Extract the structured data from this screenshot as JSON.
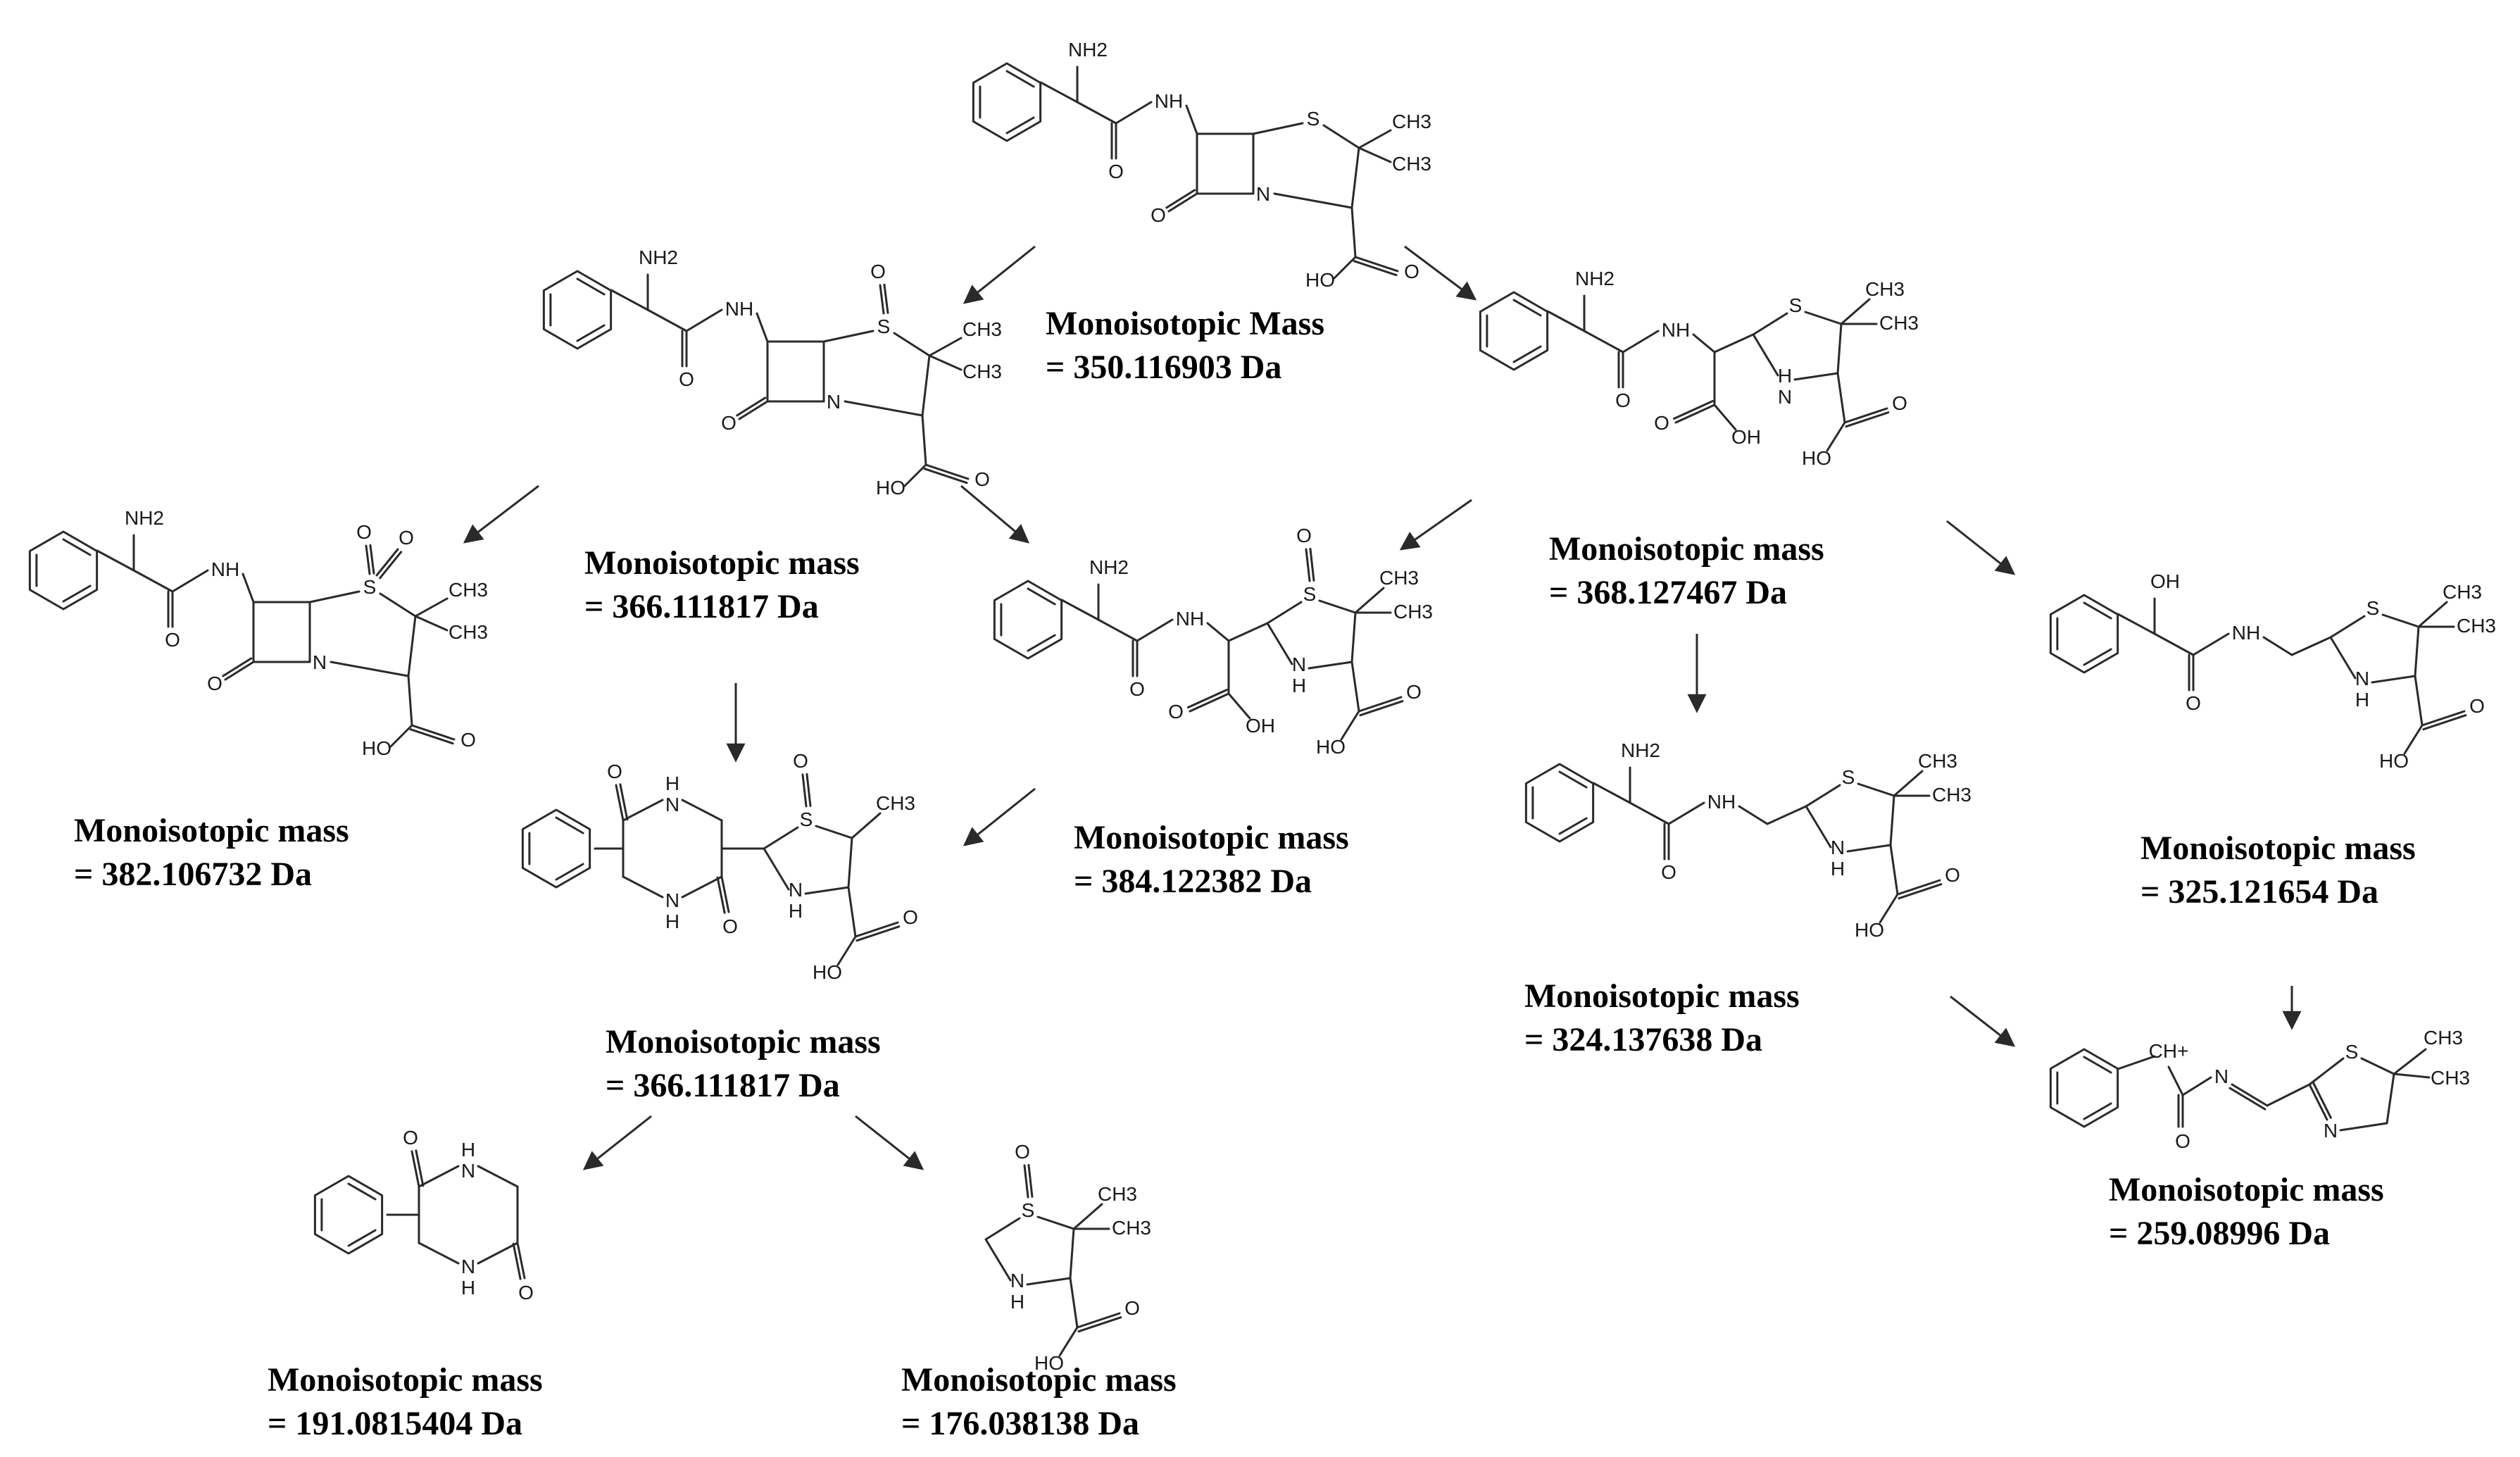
{
  "diagram": {
    "nodes": [
      {
        "id": "n0",
        "mass_title": "Monoisotopic Mass",
        "mass_value": "= 350.116903 Da",
        "mol": "penam",
        "s_ox": 0,
        "atoms": {
          "amine": "NH2",
          "nh": "NH",
          "s": "S",
          "n": "N",
          "me1": "CH3",
          "me2": "CH3",
          "o1": "O",
          "o2": "O",
          "o3": "O",
          "oh": "HO"
        }
      },
      {
        "id": "n1",
        "mass_title": "Monoisotopic mass",
        "mass_value": "= 366.111817 Da",
        "mol": "penam",
        "s_ox": 1,
        "atoms": {
          "amine": "NH2",
          "nh": "NH",
          "s": "S",
          "n": "N",
          "me1": "CH3",
          "me2": "CH3",
          "o1": "O",
          "o2": "O",
          "o3": "O",
          "oh": "HO",
          "so1": "O"
        }
      },
      {
        "id": "n2",
        "mass_title": "Monoisotopic mass",
        "mass_value": "= 368.127467 Da",
        "mol": "opened",
        "s_ox": 0,
        "atoms": {
          "amine": "NH2",
          "nh": "NH",
          "s": "S",
          "n": "H\nN",
          "me1": "CH3",
          "me2": "CH3",
          "o1": "O",
          "o2": "O",
          "o3": "O",
          "oh": "OH",
          "oh2": "HO"
        }
      },
      {
        "id": "n3",
        "mass_title": "Monoisotopic mass",
        "mass_value": "= 382.106732 Da",
        "mol": "penam",
        "s_ox": 2,
        "atoms": {
          "amine": "NH2",
          "nh": "NH",
          "s": "S",
          "n": "N",
          "me1": "CH3",
          "me2": "CH3",
          "o1": "O",
          "o2": "O",
          "o3": "O",
          "oh": "HO",
          "so1": "O",
          "so2": "O"
        }
      },
      {
        "id": "n4",
        "mass_title": "Monoisotopic mass",
        "mass_value": "= 384.122382 Da",
        "mol": "opened",
        "s_ox": 1,
        "atoms": {
          "amine": "NH2",
          "nh": "NH",
          "s": "S",
          "n": "N\nH",
          "me1": "CH3",
          "me2": "CH3",
          "o1": "O",
          "o2": "O",
          "o3": "O",
          "oh": "OH",
          "oh2": "HO",
          "so1": "O"
        }
      },
      {
        "id": "n5",
        "mass_title": "Monoisotopic mass",
        "mass_value": "= 366.111817 Da",
        "mol": "dkp_thz",
        "s_ox": 1,
        "atoms": {
          "nh1": "H\nN",
          "nh2": "N\nH",
          "s": "S",
          "n": "N\nH",
          "me1": "CH3",
          "o1": "O",
          "o2": "O",
          "o3": "O",
          "oh": "HO",
          "so1": "O"
        }
      },
      {
        "id": "n6",
        "mass_title": "Monoisotopic mass",
        "mass_value": "= 324.137638 Da",
        "mol": "decarb",
        "s_ox": 0,
        "atoms": {
          "amine": "NH2",
          "nh": "NH",
          "s": "S",
          "n": "N\nH",
          "me1": "CH3",
          "me2": "CH3",
          "o1": "O",
          "o3": "O",
          "oh2": "HO"
        }
      },
      {
        "id": "n7",
        "mass_title": "Monoisotopic mass",
        "mass_value": "= 325.121654 Da",
        "mol": "decarb",
        "s_ox": 0,
        "atoms": {
          "amine": "OH",
          "nh": "NH",
          "s": "S",
          "n": "N\nH",
          "me1": "CH3",
          "me2": "CH3",
          "o1": "O",
          "o3": "O",
          "oh2": "HO"
        }
      },
      {
        "id": "n8",
        "mass_title": "Monoisotopic mass",
        "mass_value": "= 191.0815404 Da",
        "mol": "dkp",
        "s_ox": 0,
        "atoms": {
          "nh1": "H\nN",
          "nh2": "N\nH",
          "o1": "O",
          "o2": "O"
        }
      },
      {
        "id": "n9",
        "mass_title": "Monoisotopic mass",
        "mass_value": "= 176.038138 Da",
        "mol": "thz",
        "s_ox": 1,
        "atoms": {
          "s": "S",
          "n": "N\nH",
          "me1": "CH3",
          "me2": "CH3",
          "o3": "O",
          "oh": "HO",
          "so1": "O"
        }
      },
      {
        "id": "n10",
        "mass_title": "Monoisotopic mass",
        "mass_value": "= 259.08996 Da",
        "mol": "cation",
        "s_ox": 0,
        "atoms": {
          "ch": "CH+",
          "n": "N",
          "s": "S",
          "n2": "N",
          "me1": "CH3",
          "me2": "CH3",
          "o1": "O"
        }
      }
    ],
    "edges": [
      {
        "from": "n0",
        "to": "n1"
      },
      {
        "from": "n0",
        "to": "n2"
      },
      {
        "from": "n1",
        "to": "n3"
      },
      {
        "from": "n1",
        "to": "n5"
      },
      {
        "from": "n1",
        "to": "n4"
      },
      {
        "from": "n2",
        "to": "n4"
      },
      {
        "from": "n2",
        "to": "n6"
      },
      {
        "from": "n2",
        "to": "n7"
      },
      {
        "from": "n4",
        "to": "n5"
      },
      {
        "from": "n5",
        "to": "n8"
      },
      {
        "from": "n5",
        "to": "n9"
      },
      {
        "from": "n6",
        "to": "n10"
      },
      {
        "from": "n7",
        "to": "n10"
      }
    ]
  }
}
